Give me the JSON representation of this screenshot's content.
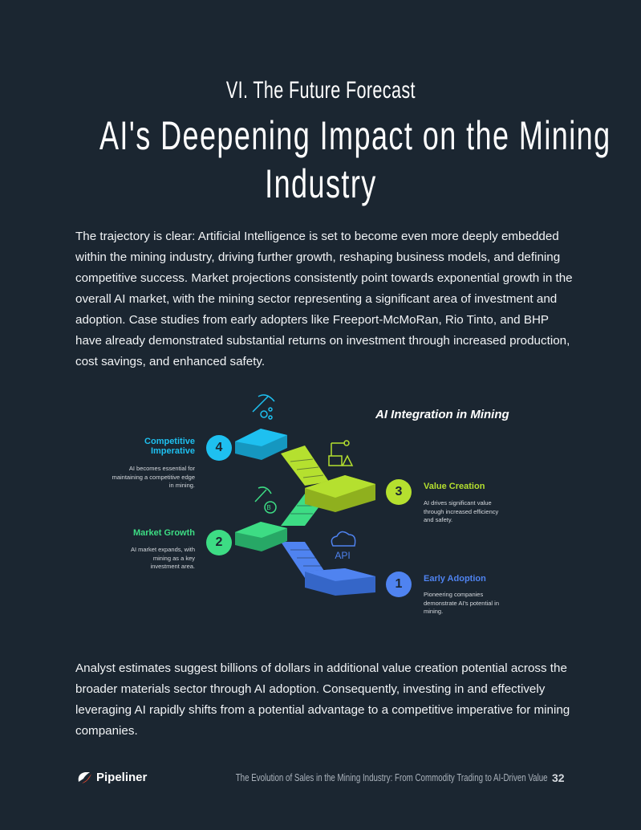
{
  "header": {
    "subtitle": "VI. The Future Forecast",
    "title_line1": "AI's Deepening Impact on the Mining",
    "title_line2": "Industry"
  },
  "body": {
    "paragraph1": "The trajectory is clear: Artificial Intelligence is set to become even more deeply embedded within the mining industry, driving further growth, reshaping business models, and defining competitive success. Market projections consistently point towards exponential growth in the overall AI market, with the mining sector representing a significant area of investment and adoption. Case studies from early adopters like Freeport-McMoRan, Rio Tinto, and BHP have already demonstrated substantial returns on investment through increased production, cost savings, and enhanced safety.",
    "paragraph2": "Analyst estimates suggest billions of dollars in additional value creation potential across the broader materials sector through AI adoption. Consequently, investing in and effectively leveraging AI rapidly shifts from a potential advantage to a competitive imperative for mining companies."
  },
  "infographic": {
    "title": "AI Integration in Mining",
    "steps": [
      {
        "number": "1",
        "label": "Early Adoption",
        "desc": "Pioneering companies demonstrate AI's potential in mining.",
        "color": "#4f83f0",
        "icon": "cloud-api-icon",
        "icon_text": "API"
      },
      {
        "number": "2",
        "label": "Market Growth",
        "desc": "AI market expands, with mining as a key investment area.",
        "color": "#3ddc84",
        "icon": "pickaxe-bitcoin-icon"
      },
      {
        "number": "3",
        "label": "Value Creation",
        "desc": "AI drives significant value through increased efficiency and safety.",
        "color": "#b5e02f",
        "icon": "robot-arm-icon"
      },
      {
        "number": "4",
        "label": "Competitive Imperative",
        "desc": "AI becomes essential for maintaining a competitive edge in mining.",
        "color": "#1ec0f0",
        "icon": "pickaxe-ore-icon"
      }
    ]
  },
  "footer": {
    "logo": "Pipeliner",
    "doc_title": "The Evolution of Sales in the Mining Industry: From Commodity Trading to AI-Driven Value",
    "page_number": "32"
  }
}
